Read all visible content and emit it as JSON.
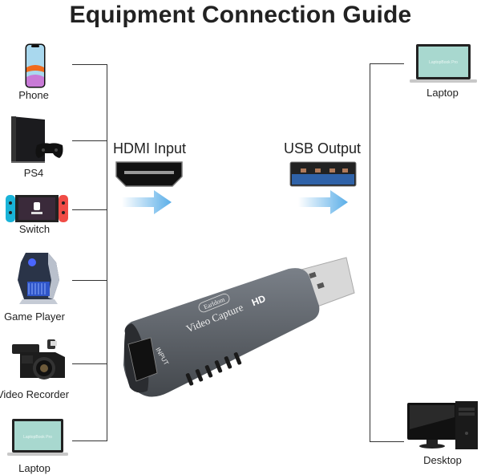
{
  "title": "Equipment Connection Guide",
  "input_devices": [
    {
      "label": "Phone",
      "icon": "phone-icon"
    },
    {
      "label": "PS4",
      "icon": "ps4-console-icon"
    },
    {
      "label": "Switch",
      "icon": "nintendo-switch-icon"
    },
    {
      "label": "Game Player",
      "icon": "gaming-pc-icon"
    },
    {
      "label": "Video Recorder",
      "icon": "camcorder-icon"
    },
    {
      "label": "Laptop",
      "icon": "laptop-icon"
    }
  ],
  "output_devices": [
    {
      "label": "Laptop",
      "icon": "laptop-icon"
    },
    {
      "label": "Desktop",
      "icon": "desktop-computer-icon"
    }
  ],
  "ports": {
    "input_label": "HDMI Input",
    "output_label": "USB Output"
  },
  "device": {
    "brand": "Earldom",
    "model_text": "Video Capture",
    "hd_badge": "HD",
    "port_label": "INPUT"
  },
  "laptop_screen_text": "LaptopBook Pro",
  "colors": {
    "arrow": "#5aaee8",
    "device_body": "#5b6066",
    "usb_blue": "#2f62a8"
  }
}
